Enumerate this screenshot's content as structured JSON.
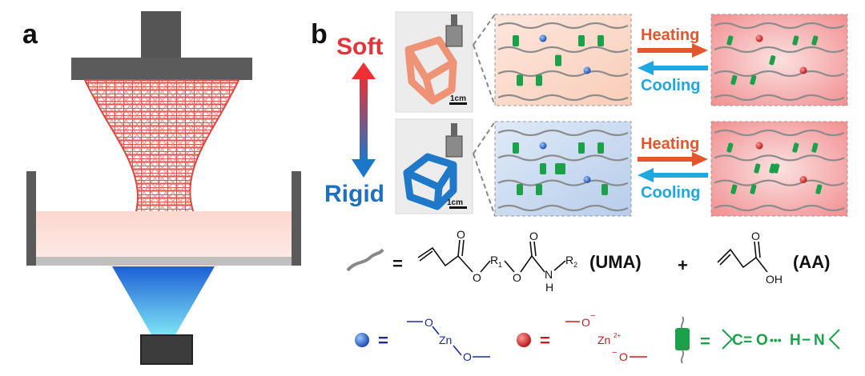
{
  "panel_a": {
    "letter": "a"
  },
  "panel_b": {
    "letter": "b",
    "soft_label": "Soft",
    "rigid_label": "Rigid",
    "heating_label": "Heating",
    "cooling_label": "Cooling",
    "scale_bar_label": "1cm"
  },
  "legend": {
    "equals": "=",
    "plus": "+",
    "uma_label": "(UMA)",
    "aa_label": "(AA)",
    "uma_atoms": {
      "o_carbonyl1": "O",
      "o_ester1": "O",
      "r1": "R",
      "r1_sub": "1",
      "o_ester2": "O",
      "o_carbonyl2": "O",
      "n": "N",
      "h": "H",
      "r2": "R",
      "r2_sub": "2"
    },
    "aa_atoms": {
      "o_carbonyl": "O",
      "oh": "OH"
    },
    "blue_ion": {
      "o1": "O",
      "zn": "Zn",
      "o2": "O"
    },
    "red_ion": {
      "o1": "O",
      "minus1": "−",
      "zn": "Zn",
      "zn_charge": "2+",
      "minus2": "−",
      "o2": "O"
    },
    "hbond": {
      "c": "C",
      "double": "=",
      "o": "O",
      "dots": "•••",
      "h": "H",
      "dash": "−",
      "n": "N"
    }
  },
  "colors": {
    "soft": "#e8323a",
    "rigid": "#1f6fc0",
    "heating": "#e4572e",
    "cooling": "#1ea7e0",
    "lattice": "#e0524e",
    "light_beam": "#2f8fe6",
    "blue_ion": "#1b2a9e",
    "red_ion": "#c21e1e",
    "hbond_green": "#1aa14a"
  },
  "icons": [
    "gradient-double-arrow-icon",
    "heating-arrow-icon",
    "cooling-arrow-icon",
    "blue-sphere-icon",
    "red-sphere-icon",
    "green-bead-icon",
    "polymer-chain-icon"
  ]
}
